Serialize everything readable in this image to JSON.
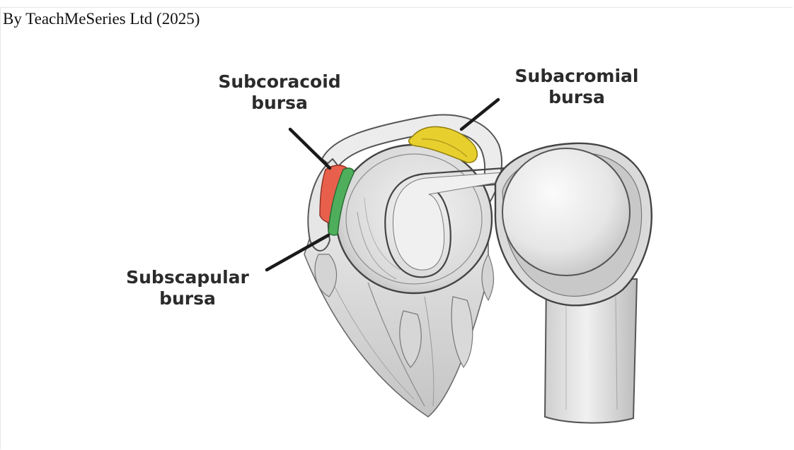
{
  "credit": "By TeachMeSeries Ltd (2025)",
  "labels": {
    "subcoracoid": {
      "line1": "Subcoracoid",
      "line2": "bursa"
    },
    "subacromial": {
      "line1": "Subacromial",
      "line2": "bursa"
    },
    "subscapular": {
      "line1": "Subscapular",
      "line2": "bursa"
    }
  },
  "colors": {
    "subcoracoid_bursa": "#e8604c",
    "subacromial_bursa": "#e7cf2e",
    "subscapular_bursa": "#4fae5c",
    "bone": "#e9e9e9",
    "outline": "#555555"
  }
}
